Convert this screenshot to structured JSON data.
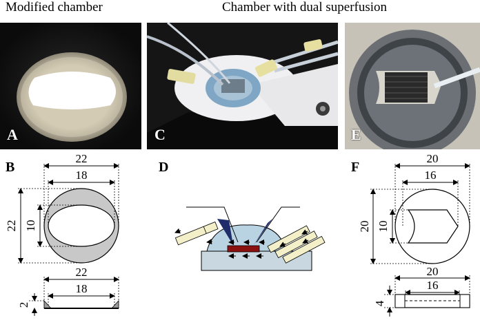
{
  "captions": {
    "left": "Modified chamber",
    "right": "Chamber with dual superfusion"
  },
  "panels": {
    "A": "A",
    "B": "B",
    "C": "C",
    "D": "D",
    "E": "E",
    "F": "F"
  },
  "dimensions_B": {
    "outer_width": "22",
    "inner_width": "18",
    "outer_height": "22",
    "inner_height": "10",
    "side_outer_width": "22",
    "side_inner_width": "18",
    "side_thickness": "2"
  },
  "dimensions_F": {
    "outer_width": "20",
    "inner_width": "16",
    "outer_height": "20",
    "inner_height": "10",
    "side_outer_width": "20",
    "side_inner_width": "16",
    "side_thickness": "4"
  },
  "colors": {
    "chamber_gray": "#c8c8c8",
    "dome_blue": "#b9d3e3",
    "electrode_navy": "#1f2e6a",
    "slice_red": "#8b1111",
    "base_gray": "#c9d7e0",
    "tube_cream": "#f3efc8"
  }
}
